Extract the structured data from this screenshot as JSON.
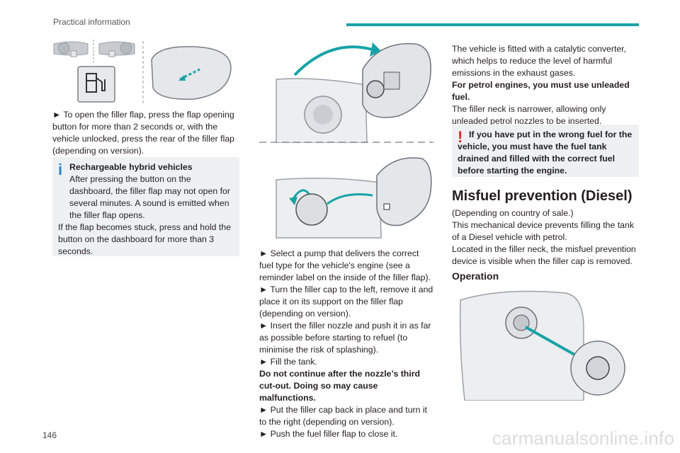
{
  "header": {
    "section_title": "Practical information",
    "accent_color": "#17a3a6"
  },
  "footer": {
    "page_number": "146",
    "watermark": "carmanualsonline.info"
  },
  "col1": {
    "step_open": "► To open the filler flap, press the flap opening button for more than 2 seconds or, with the vehicle unlocked, press the rear of the filler flap (depending on version).",
    "note": {
      "title": "Rechargeable hybrid vehicles",
      "text1": "After pressing the button on the dashboard, the filler flap may not open for several minutes. A sound is emitted when the filler flap opens.",
      "text2": "If the flap becomes stuck, press and hold the button on the dashboard for more than 3 seconds."
    }
  },
  "col2": {
    "step1": "► Select a pump that delivers the correct fuel type for the vehicle's engine (see a reminder label on the inside of the filler flap).",
    "step2": "► Turn the filler cap to the left, remove it and place it on its support on the filler flap (depending on version).",
    "step3": "► Insert the filler nozzle and push it in as far as possible before starting to refuel (to minimise the risk of splashing).",
    "step4": "► Fill the tank.",
    "warning": "Do not continue after the nozzle’s third cut-out. Doing so may cause malfunctions.",
    "step5": "► Put the filler cap back in place and turn it to the right (depending on version).",
    "step6": "► Push the fuel filler flap to close it."
  },
  "col3": {
    "intro": "The vehicle is fitted with a catalytic converter, which helps to reduce the level of harmful emissions in the exhaust gases.",
    "petrol_bold": "For petrol engines, you must use unleaded fuel.",
    "neck": "The filler neck is narrower, allowing only unleaded petrol nozzles to be inserted.",
    "warning": "If you have put in the wrong fuel for the vehicle, you must have the fuel tank drained and filled with the correct fuel before starting the engine.",
    "heading": "Misfuel prevention (Diesel)",
    "p1": "(Depending on country of sale.)",
    "p2": "This mechanical device prevents filling the tank of a Diesel vehicle with petrol.",
    "p3": "Located in the filler neck, the misfuel prevention device is visible when the filler cap is removed.",
    "subheading": "Operation"
  },
  "icons": {
    "info": "info-icon",
    "warning": "warning-icon",
    "fuel": "fuel-pump-icon"
  }
}
